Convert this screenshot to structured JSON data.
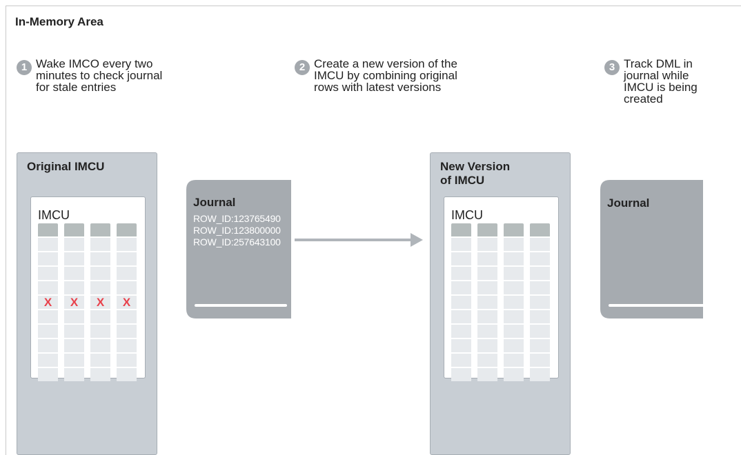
{
  "area_title": "In-Memory Area",
  "steps": [
    {
      "num": "1",
      "text": "Wake IMCO every two\nminutes to check journal\nfor stale entries"
    },
    {
      "num": "2",
      "text": "Create a new version of the\nIMCU by combining original\nrows with latest versions"
    },
    {
      "num": "3",
      "text": "Track DML in\njournal while\nIMCU is being\ncreated"
    }
  ],
  "original_imcu": {
    "title": "Original IMCU",
    "imcu_label": "IMCU",
    "stale_marker": "X"
  },
  "journal_1": {
    "title": "Journal",
    "rows": [
      "ROW_ID:123765490",
      "ROW_ID:123800000",
      "ROW_ID:257643100"
    ]
  },
  "new_imcu": {
    "title": "New Version\nof IMCU",
    "imcu_label": "IMCU"
  },
  "journal_2": {
    "title": "Journal"
  },
  "colors": {
    "panel": "#c8ced4",
    "journal": "#a6abb0",
    "stale_marker": "#e8414b",
    "arrow": "#b0b5ba"
  }
}
